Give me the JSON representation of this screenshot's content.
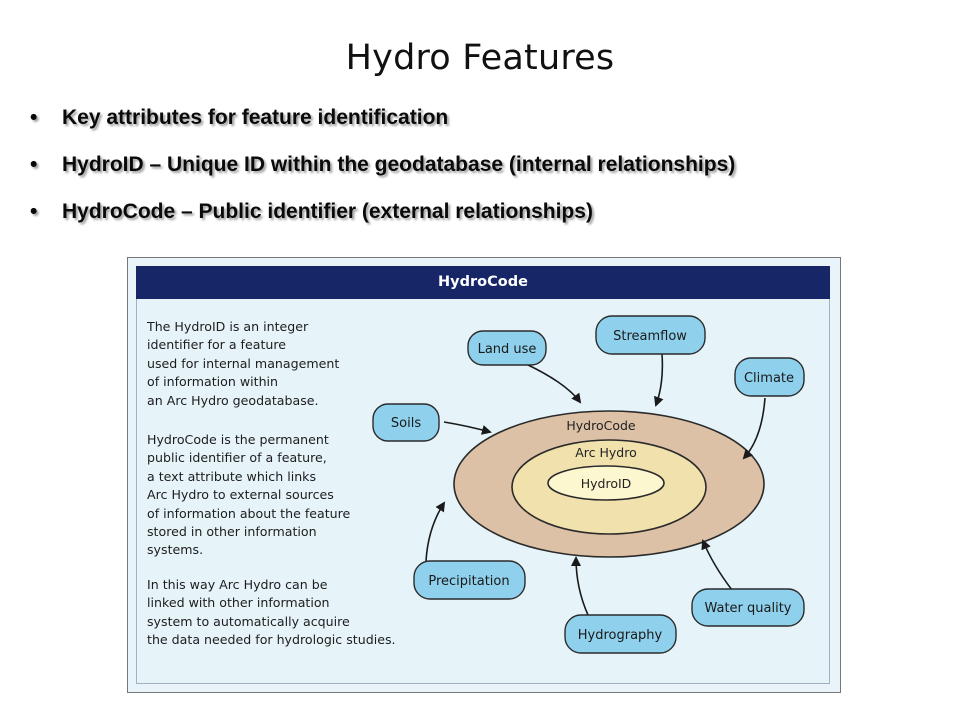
{
  "title": "Hydro Features",
  "bullets": [
    "Key attributes for feature identification",
    "HydroID – Unique ID within the geodatabase (internal relationships)",
    "HydroCode – Public identifier (external relationships)"
  ],
  "bullet_marker": "•",
  "figure": {
    "header": "HydroCode",
    "paragraphs": [
      "The HydroID is an integer\nidentifier for a feature\nused for internal management\nof information within\nan Arc Hydro geodatabase.",
      "HydroCode is the permanent\npublic identifier of a feature,\na text attribute which links\nArc Hydro to external sources\nof information about the feature\nstored in other information\nsystems.",
      "In this way Arc Hydro can be\nlinked with other information\nsystem to automatically acquire\nthe data needed for hydrologic studies."
    ],
    "rings": {
      "outer": "HydroCode",
      "middle": "Arc Hydro",
      "inner": "HydroID"
    },
    "sources": [
      "Land use",
      "Streamflow",
      "Climate",
      "Soils",
      "Precipitation",
      "Water quality",
      "Hydrography"
    ],
    "colors": {
      "header": "#162666",
      "panel": "#e6f4f9",
      "node_fill": "#8fd1ec",
      "ring_outer": "#dcc1a6",
      "ring_middle": "#f0e1ad",
      "ring_inner": "#fdf7cf",
      "arrow": "#1a1a1a"
    }
  }
}
